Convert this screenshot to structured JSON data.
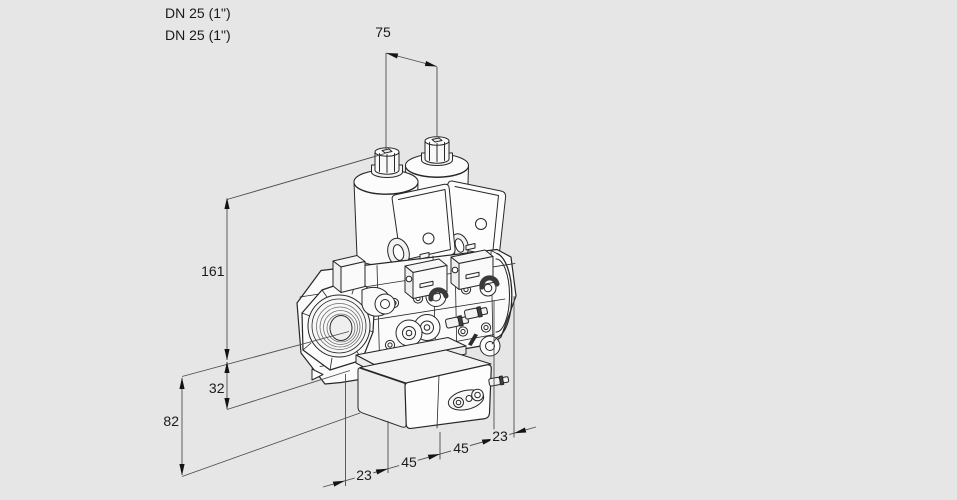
{
  "drawing": {
    "labels": {
      "dn1": "DN 25 (1\")",
      "dn2": "DN 25 (1\")"
    },
    "dims": {
      "top_width": "75",
      "axis_to_top": "161",
      "axis_to_body_bottom": "32",
      "axis_to_block_bottom": "82",
      "bottom_chain": [
        "23",
        "45",
        "45",
        "23"
      ]
    },
    "colors": {
      "background": "#e6e6e6",
      "drawing_line": "#272727",
      "dimension_line": "#4d4d4d",
      "text": "#1a1a1a"
    }
  }
}
